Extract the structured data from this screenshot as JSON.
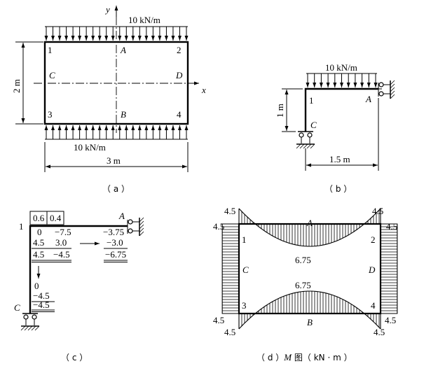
{
  "fig_a": {
    "load_top": "10 kN/m",
    "load_bottom": "10 kN/m",
    "axis_y": "y",
    "axis_x": "x",
    "node_1": "1",
    "node_2": "2",
    "node_3": "3",
    "node_4": "4",
    "point_A": "A",
    "point_B": "B",
    "point_C": "C",
    "point_D": "D",
    "dim_height": "2 m",
    "dim_width": "3 m",
    "caption": "（ a ）"
  },
  "fig_b": {
    "load": "10 kN/m",
    "node_1": "1",
    "point_A": "A",
    "point_C": "C",
    "dim_height": "1 m",
    "dim_width": "1.5 m",
    "caption": "（ b ）"
  },
  "fig_c": {
    "df_1": "0.6",
    "df_2": "0.4",
    "node_1": "1",
    "point_A": "A",
    "point_C": "C",
    "beam_row1_a": "0",
    "beam_row1_b": "−7.5",
    "beam_row2_a": "4.5",
    "beam_row2_b": "3.0",
    "beam_row3_a": "4.5",
    "beam_row3_b": "−4.5",
    "right_row1": "−3.75",
    "right_row2": "−3.0",
    "right_row3": "−6.75",
    "col_row1": "0",
    "col_row2": "−4.5",
    "col_row3": "−4.5",
    "caption": "（ c ）"
  },
  "fig_d": {
    "val_tl_top": "4.5",
    "val_tl_left": "4.5",
    "val_tr_top": "4.5",
    "val_tr_right": "4.5",
    "val_bl_left": "4.5",
    "val_bl_bottom": "4.5",
    "val_br_right": "4.5",
    "val_br_bottom": "4.5",
    "val_top_mid": "6.75",
    "val_bottom_mid": "6.75",
    "node_1": "1",
    "node_2": "2",
    "node_3": "3",
    "node_4": "4",
    "point_A": "A",
    "point_B": "B",
    "point_C": "C",
    "point_D": "D",
    "caption_prefix": "（ d ）",
    "caption_symbol": "M",
    "caption_suffix": " 图（ kN · m ）"
  }
}
